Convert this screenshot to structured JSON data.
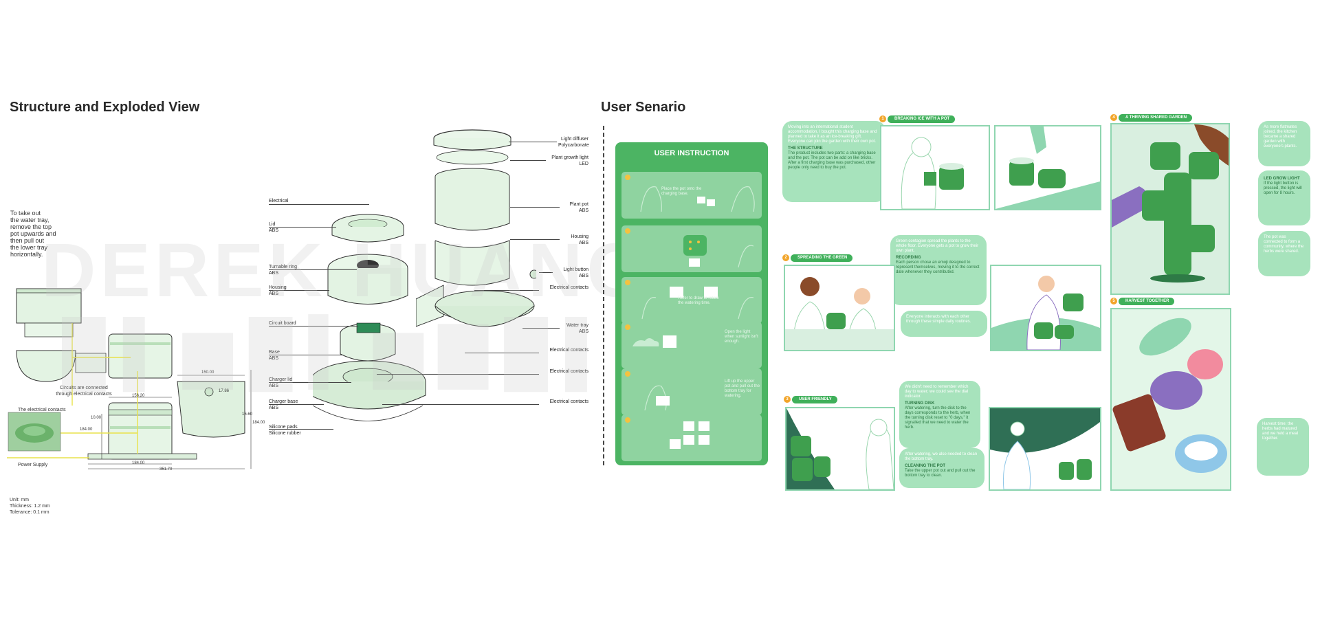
{
  "left": {
    "title": "Structure and Exploded View",
    "note": [
      "To take out",
      "the water tray,",
      "remove the top",
      "pot upwards and",
      "then pull out",
      "the lower tray",
      "horizontally."
    ],
    "circuits_caption": [
      "Circuits are connected",
      "through electrical contacts"
    ],
    "contacts_caption": "The electrical contacts",
    "power_caption": "Power Supply",
    "units": [
      "Unit: mm",
      "Thickness: 1.2 mm",
      "Tolerance: 0.1 mm"
    ],
    "dims": {
      "d150": "150.00",
      "d156": "156.20",
      "d10": "10.00",
      "d184a": "184.00",
      "d184b": "184.00",
      "d351": "351.70",
      "d17": "17.86",
      "d16": "16.60",
      "d184c": "184.00"
    },
    "labels_mid": [
      {
        "name": "Electrical",
        "mat": ""
      },
      {
        "name": "Lid",
        "mat": "ABS"
      },
      {
        "name": "Turnable ring",
        "mat": "ABS"
      },
      {
        "name": "Housing",
        "mat": "ABS"
      },
      {
        "name": "Circuit board",
        "mat": ""
      },
      {
        "name": "Base",
        "mat": "ABS"
      },
      {
        "name": "Charger lid",
        "mat": "ABS"
      },
      {
        "name": "Charger base",
        "mat": "ABS"
      },
      {
        "name": "Silicone pads",
        "mat": "Silicone rubber"
      }
    ],
    "labels_right": [
      {
        "name": "Light diffuser",
        "mat": "Polycarbonate"
      },
      {
        "name": "Plant growth light",
        "mat": "LED"
      },
      {
        "name": "Plant pot",
        "mat": "ABS"
      },
      {
        "name": "Housing",
        "mat": "ABS"
      },
      {
        "name": "Light button",
        "mat": "ABS"
      },
      {
        "name": "Electrical contacts",
        "mat": ""
      },
      {
        "name": "Water tray",
        "mat": "ABS"
      },
      {
        "name": "Electrical contacts",
        "mat": ""
      },
      {
        "name": "Electrical contacts",
        "mat": ""
      },
      {
        "name": "Electrical contacts",
        "mat": ""
      }
    ]
  },
  "right": {
    "title": "User Senario",
    "instruction": {
      "title": "USER INSTRUCTION",
      "steps": [
        "Place the pot onto the charging base.",
        "",
        "Refer to draw to rotate the watering time.",
        "Open the light when sunlight isn't enough.",
        "Lift up the upper pot and pull out the bottom tray for watering.",
        ""
      ]
    },
    "scenes": [
      {
        "num": "1",
        "badge": "BREAKING ICE WITH A POT"
      },
      {
        "num": "2",
        "badge": "SPREADING THE GREEN"
      },
      {
        "num": "3",
        "badge": "USER FRIENDLY"
      },
      {
        "num": "4",
        "badge": "A THRIVING SHARED GARDEN"
      },
      {
        "num": "5",
        "badge": "HARVEST TOGETHER"
      }
    ],
    "bubbles": {
      "b1_text": "Moving into an international student accommodation, I bought this charging base and planned to take it as an ice-breaking gift. Everyone can join the garden with their own pot.",
      "b1_head": "THE STRUCTURE",
      "b1_body": "The product includes two parts: a charging base and the pot. The pot can be add on like bricks. After a first charging base was purchased, other people only need to buy the pot.",
      "b2_text": "Green contagion spread the plants to the whole floor. Everyone gets a pot to grow their own plant.",
      "b2_head": "RECORDING",
      "b2_body": "Each person chose an emoji designed to represent themselves, moving it to the correct date whenever they contributed.",
      "b2_text2": "Everyone interacts with each other through these simple daily routines.",
      "b3_text": "We didn't need to remember which day to water; we could see the dial indicator.",
      "b3_head": "TURNING DISK",
      "b3_body": "After watering, turn the disk to the days corresponds to the herb, when the turning disk reset to \"0 days,\" it signalled that we need to water the herb.",
      "b3_text2": "After watering, we also needed to clean the bottom tray.",
      "b3_head2": "CLEANING THE POT",
      "b3_body2": "Take the upper pot out and pull out the bottom tray to clean.",
      "b4_text": "As more flatmates joined, the kitchen became a shared garden with everyone's plants.",
      "b4_head": "LED GROW LIGHT",
      "b4_body": "If the light button is pressed, the light will open for 8 hours.",
      "b4_text2": "The pot was connected to form a community, where the herbs were shared.",
      "b5_text": "Harvest time: the herbs had matured and we held a meal together."
    }
  },
  "colors": {
    "accent": "#4cb463",
    "light_green": "#8fd3a0",
    "bubble": "#a7e3bc",
    "badge_num": "#f2a52a"
  }
}
